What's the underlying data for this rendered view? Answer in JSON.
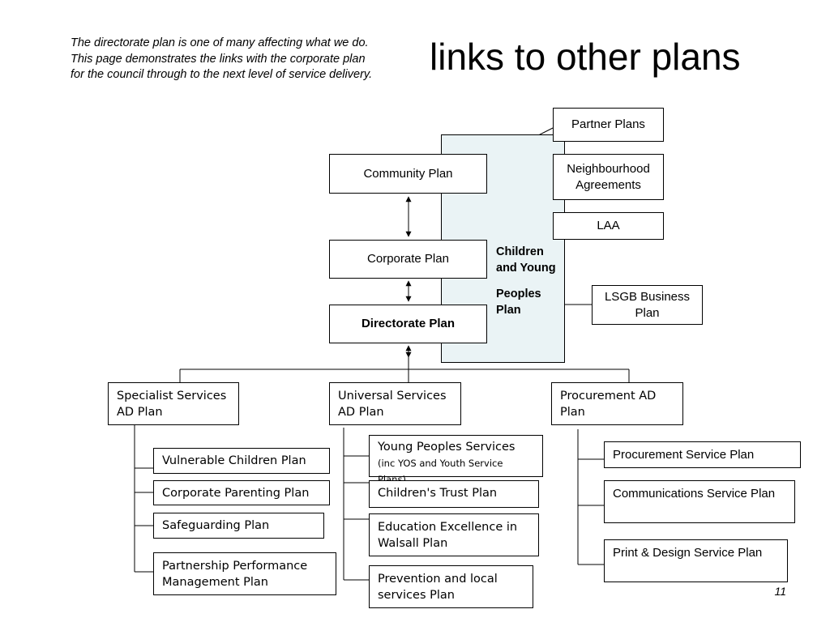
{
  "slide": {
    "intro": "The directorate plan is one of many affecting what we do.  This page demonstrates the links with the corporate plan for the council through to the next level of service delivery.",
    "title": "links to other plans",
    "page_number": "11"
  },
  "center_column": {
    "community_plan": "Community Plan",
    "corporate_plan": "Corporate Plan",
    "directorate_plan": "Directorate Plan"
  },
  "partner_group": {
    "partner_plans": "Partner Plans",
    "neighbourhood_agreements": "Neighbourhood Agreements",
    "laa": "LAA",
    "lsgb": "LSGB Business Plan"
  },
  "children_young_peoples_plan": {
    "line1": "Children and Young",
    "line2": "Peoples Plan"
  },
  "ad_plans": {
    "specialist": {
      "title": "Specialist Services AD Plan",
      "items": [
        "Vulnerable Children Plan",
        "Corporate Parenting Plan",
        "Safeguarding Plan",
        "Partnership Performance Management Plan"
      ]
    },
    "universal": {
      "title": "Universal Services AD Plan",
      "items": [
        {
          "main": "Young Peoples Services",
          "note": "(inc YOS and Youth Service Plans)"
        },
        {
          "main": "Children's Trust Plan"
        },
        {
          "main": "Education Excellence in Walsall Plan"
        },
        {
          "main": "Prevention and local services Plan"
        }
      ]
    },
    "procurement": {
      "title": "Procurement  AD Plan",
      "items": [
        "Procurement Service Plan",
        "Communications  Service Plan",
        "Print & Design  Service Plan"
      ]
    }
  }
}
